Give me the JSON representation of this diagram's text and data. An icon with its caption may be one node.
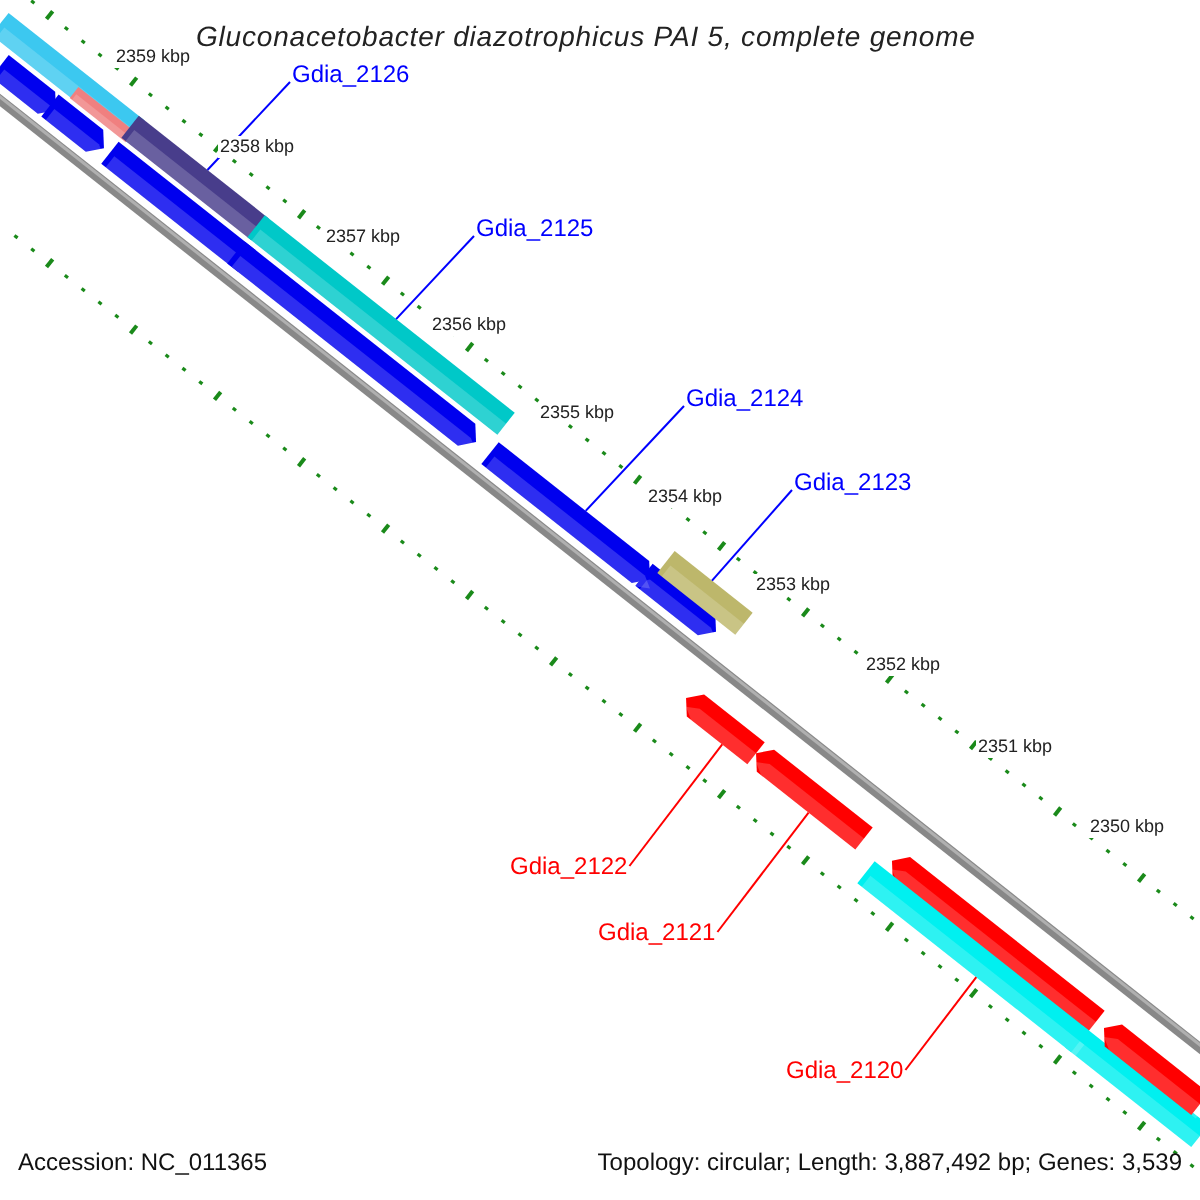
{
  "diagram": {
    "title": "Gluconacetobacter diazotrophicus PAI 5, complete genome",
    "nodes": [
      {
        "text": [
          "Gdia_2126"
        ]
      },
      {
        "text": [],
        "shape": "bar"
      },
      {
        "text": [
          "Gdia_2125"
        ]
      },
      {
        "text": [],
        "shape": "bar"
      },
      {
        "text": [
          "Gdia_2124"
        ]
      },
      {
        "text": [],
        "shape": "bar"
      },
      {
        "text": [
          "Gdia_2123"
        ]
      },
      {
        "text": [],
        "shape": "bar"
      },
      {
        "text": [
          "Gdia_2122"
        ]
      },
      {
        "text": [],
        "shape": "bar"
      },
      {
        "text": [
          "Gdia_2121"
        ]
      },
      {
        "text": [],
        "shape": "bar"
      },
      {
        "text": [
          "Gdia_2120"
        ]
      },
      {
        "text": [],
        "shape": "bar"
      },
      {
        "text": [],
        "shape": "bar"
      }
    ],
    "edges": [
      {
        "from": 0,
        "to": 1,
        "arrow": "none"
      },
      {
        "from": 2,
        "to": 3,
        "arrow": "none"
      },
      {
        "from": 4,
        "to": 5,
        "arrow": "none"
      },
      {
        "from": 6,
        "to": 7,
        "arrow": "none"
      },
      {
        "from": 8,
        "to": 9,
        "arrow": "none",
        "color": "#ff0000"
      },
      {
        "from": 10,
        "to": 11,
        "arrow": "none",
        "color": "#ff0000"
      },
      {
        "from": 12,
        "to": 13,
        "arrow": "none",
        "color": "#ff0000"
      }
    ],
    "labels": [
      "2359 kbp",
      "2358 kbp",
      "2357 kbp",
      "2356 kbp",
      "2355 kbp",
      "2354 kbp",
      "2353 kbp",
      "2352 kbp",
      "2351 kbp",
      "2350 kbp",
      "Accession: NC_011365",
      "Topology: circular; Length: 3,887,492 bp; Genes: 3,539"
    ]
  }
}
